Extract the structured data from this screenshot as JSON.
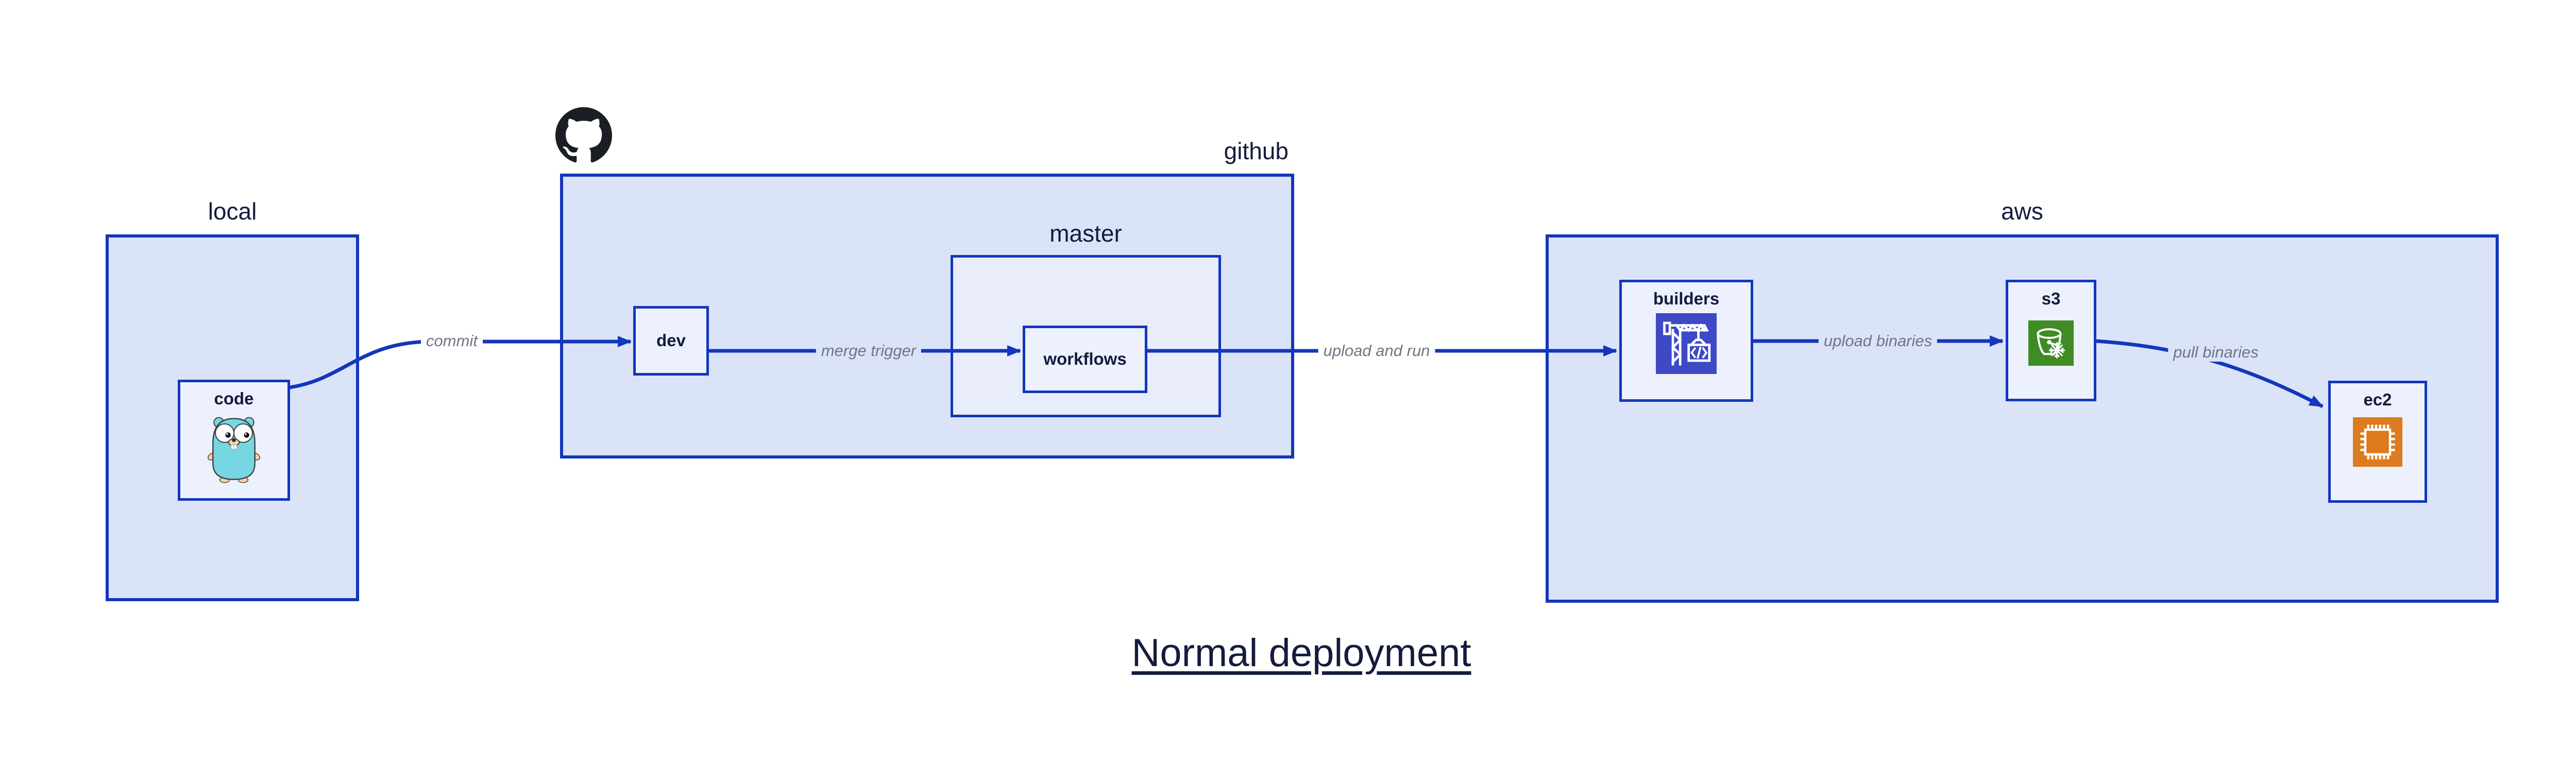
{
  "title": "Normal deployment",
  "colors": {
    "border_blue": "#1336bb",
    "group_fill": "#dbe3f9",
    "master_fill": "#e8ecfb",
    "node_fill": "#edf1fd",
    "heading_navy": "#141b3d",
    "edge_label_gray": "#6e7683",
    "github_black": "#1b1f23",
    "codebuild_indigo": "#3d49c5",
    "s3_green": "#3f8b24",
    "ec2_orange": "#dd7b1e",
    "gopher_teal": "#76d7e2",
    "gopher_beige": "#f6d2a2",
    "canvas_white": "#ffffff"
  },
  "groups": {
    "local": {
      "label": "local"
    },
    "github": {
      "label": "github",
      "logo_icon": "github-octocat-icon"
    },
    "master": {
      "label": "master"
    },
    "aws": {
      "label": "aws"
    }
  },
  "nodes": {
    "code": {
      "label": "code",
      "icon": "go-gopher-icon"
    },
    "dev": {
      "label": "dev"
    },
    "workflows": {
      "label": "workflows"
    },
    "builders": {
      "label": "builders",
      "icon": "codebuild-crane-icon"
    },
    "s3": {
      "label": "s3",
      "icon": "s3-bucket-snowflake-icon"
    },
    "ec2": {
      "label": "ec2",
      "icon": "ec2-chip-icon"
    }
  },
  "edges": {
    "commit": {
      "label": "commit"
    },
    "merge_trigger": {
      "label": "merge trigger"
    },
    "upload_and_run": {
      "label": "upload and run"
    },
    "upload_binaries": {
      "label": "upload binaries"
    },
    "pull_binaries": {
      "label": "pull binaries"
    }
  }
}
